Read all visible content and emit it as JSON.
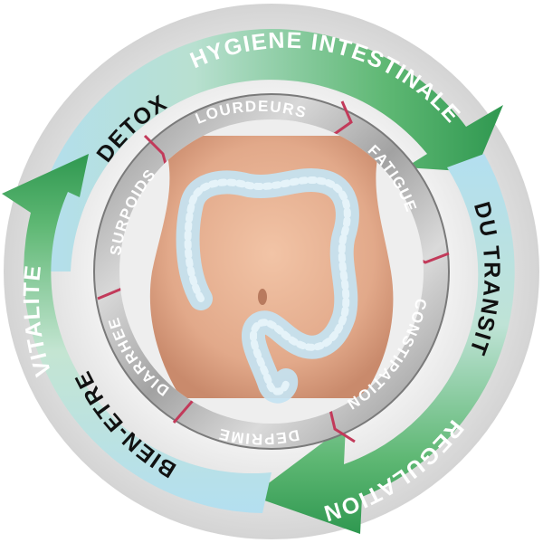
{
  "outer_ring": {
    "segments": [
      {
        "id": "hygiene",
        "lines": [
          "DETOX",
          "HYGIENE INTESTINALE"
        ]
      },
      {
        "id": "transit",
        "lines": [
          "DU TRANSIT",
          "REGULATION"
        ]
      },
      {
        "id": "wellbeing",
        "lines": [
          "BIEN-ETRE",
          "VITALITE"
        ]
      }
    ]
  },
  "inner_ring": {
    "labels": [
      "LOURDEURS",
      "FATIGUE",
      "CONSTIPATION",
      "DEPRIME",
      "DIARRHEE",
      "SURPOIDS"
    ]
  },
  "colors": {
    "outer_blue": "#a8d8e8",
    "outer_green": "#3a9a55",
    "inner_gray": "#9a9a9a",
    "separator": "#c23a5a",
    "skin": "#e8b397",
    "colon": "#bfe0f0",
    "dark_text": "#111111",
    "light_text": "#ffffff"
  }
}
